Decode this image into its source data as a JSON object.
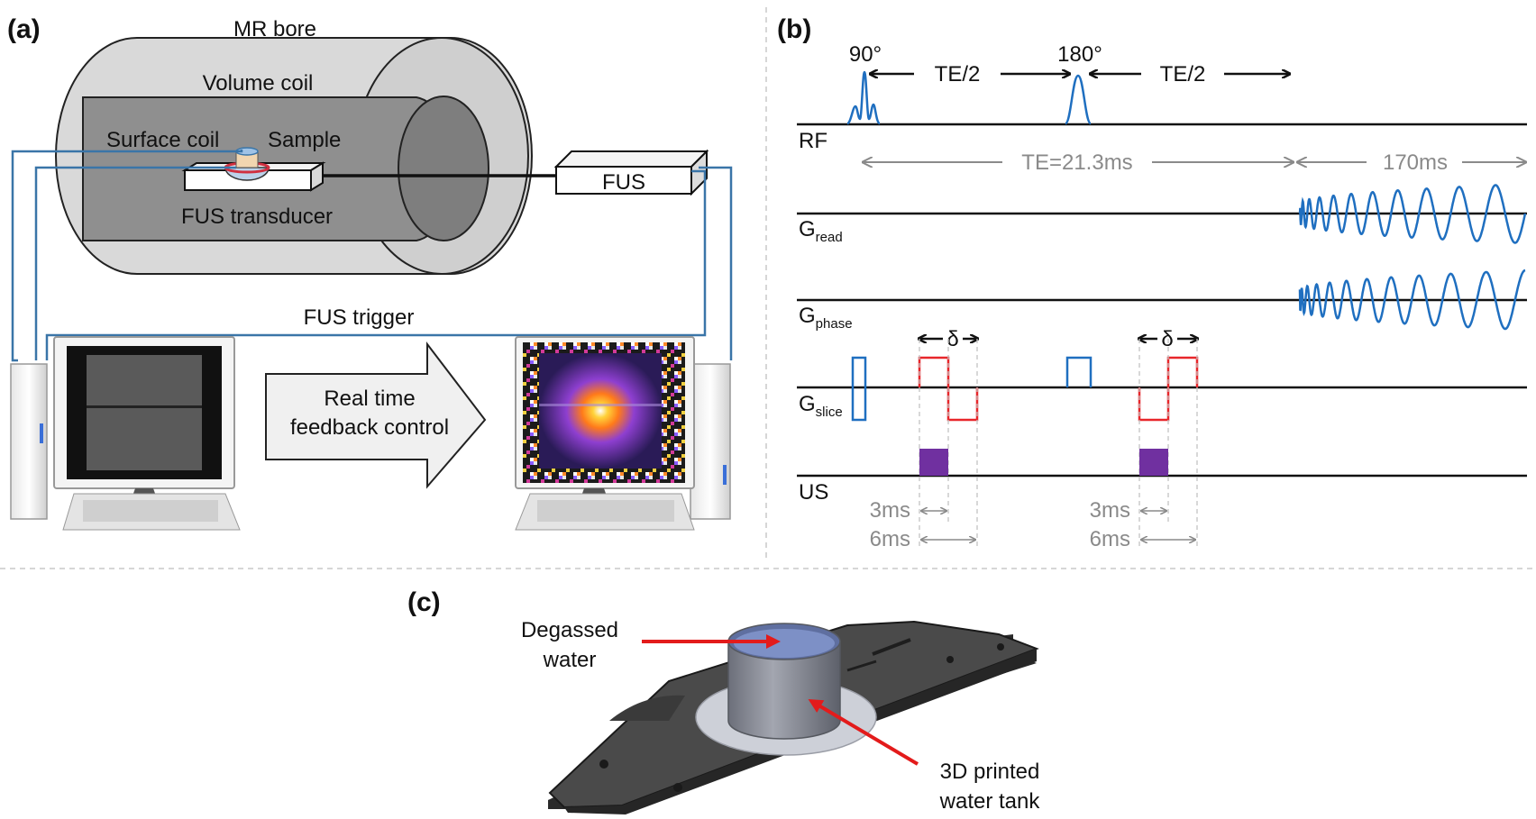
{
  "panel_a": {
    "tag": "(a)",
    "mr_bore": "MR bore",
    "volume_coil": "Volume coil",
    "surface_coil": "Surface coil",
    "sample": "Sample",
    "fus_transducer": "FUS transducer",
    "fus_box": "FUS",
    "fus_trigger": "FUS trigger",
    "arrow_line1": "Real time",
    "arrow_line2": "feedback control"
  },
  "panel_b": {
    "tag": "(b)",
    "pulse1": "90°",
    "pulse2": "180°",
    "half_te_1": "TE/2",
    "half_te_2": "TE/2",
    "te": "TE=21.3ms",
    "readout": "170ms",
    "rf": "RF",
    "g_main": "G",
    "g_read_sub": "read",
    "g_phase_sub": "phase",
    "g_slice_sub": "slice",
    "us": "US",
    "delta": "δ",
    "t1a": "3ms",
    "t2a": "6ms",
    "t1b": "3ms",
    "t2b": "6ms"
  },
  "panel_c": {
    "tag": "(c)",
    "water_line1": "Degassed",
    "water_line2": "water",
    "tank_line1": "3D printed",
    "tank_line2": "water tank"
  },
  "colors": {
    "rf_blue": "#1f6fc0",
    "slice_red": "#e8262a",
    "us_purple": "#7030a0",
    "cable_blue": "#3a75a8",
    "arrow_red": "#e31b1b",
    "annotation_gray": "#8a8a8a"
  }
}
